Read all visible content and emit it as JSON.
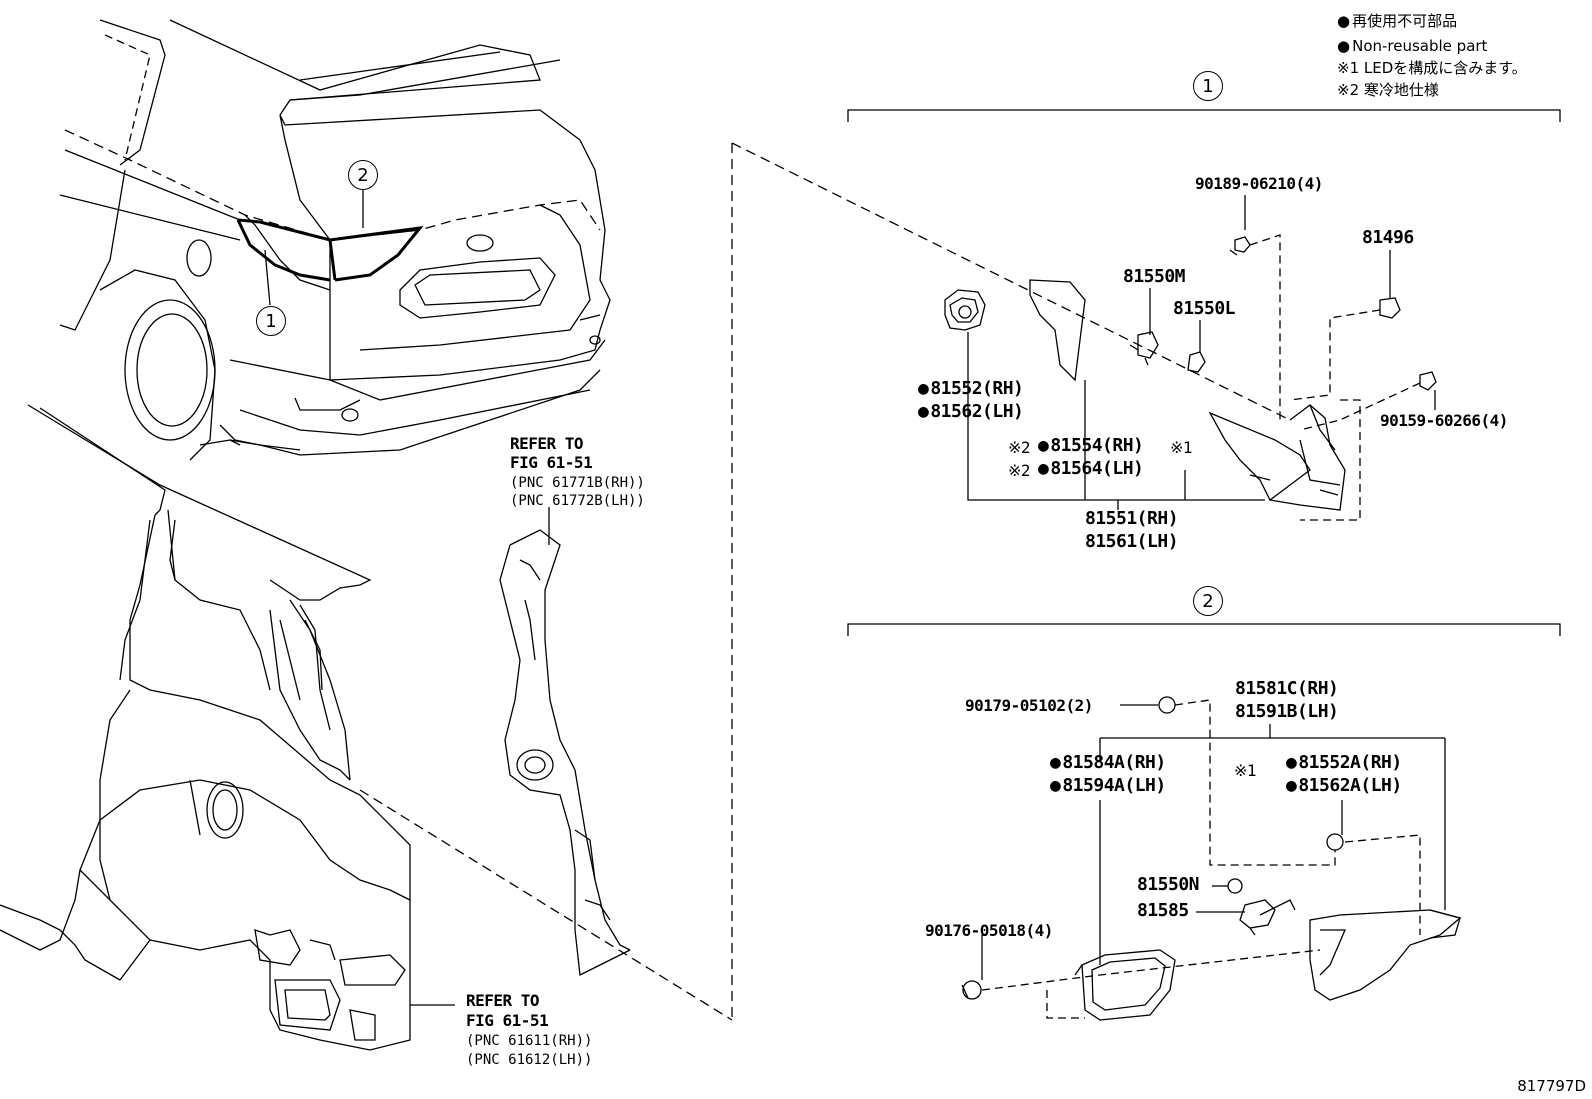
{
  "legend": {
    "non_reusable_jp": "再使用不可部品",
    "non_reusable_en": "Non-reusable part",
    "note1": "※1 LEDを構成に含みます。",
    "note2": "※2 寒冷地仕様"
  },
  "callouts": {
    "one": "1",
    "two": "2"
  },
  "refer_upper": {
    "line1": "REFER TO",
    "line2": "FIG 61-51",
    "line3": "(PNC 61771B(RH))",
    "line4": "(PNC 61772B(LH))"
  },
  "refer_lower": {
    "line1": "REFER TO",
    "line2": "FIG 61-51",
    "line3": "(PNC 61611(RH))",
    "line4": "(PNC 61612(LH))"
  },
  "section1_parts": {
    "p90189": "90189-06210(4)",
    "p81496": "81496",
    "p81550M": "81550M",
    "p81550L": "81550L",
    "p81552": "81552(RH)",
    "p81562": "81562(LH)",
    "p81554": "81554(RH)",
    "p81564": "81564(LH)",
    "note2a": "※2",
    "note2b": "※2",
    "note1": "※1",
    "p90159": "90159-60266(4)",
    "p81551": "81551(RH)",
    "p81561": "81561(LH)"
  },
  "section2_parts": {
    "p90179": "90179-05102(2)",
    "p81581C": "81581C(RH)",
    "p81591B": "81591B(LH)",
    "p81584A": "81584A(RH)",
    "p81594A": "81594A(LH)",
    "note1": "※1",
    "p81552A": "81552A(RH)",
    "p81562A": "81562A(LH)",
    "p81550N": "81550N",
    "p81585": "81585",
    "p90176": "90176-05018(4)"
  },
  "diagram_code": "817797D"
}
